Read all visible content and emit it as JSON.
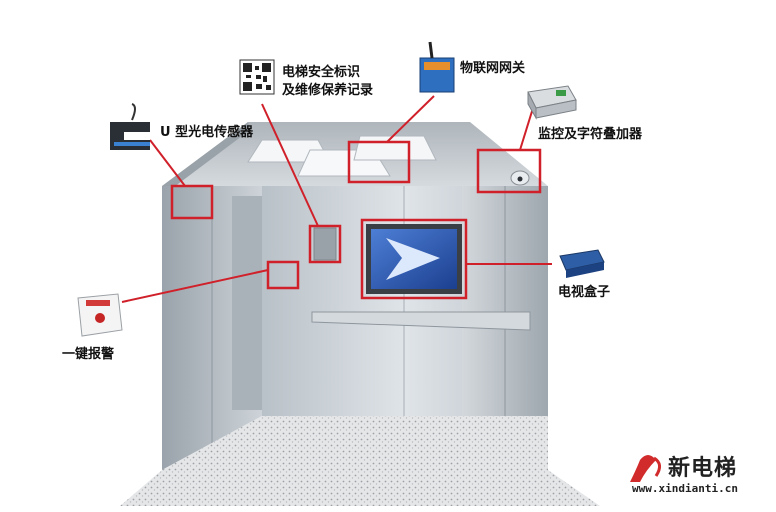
{
  "labels": {
    "qr": [
      "电梯安全标识",
      "及维修保养记录"
    ],
    "gateway": "物联网网关",
    "sensor": "U 型光电传感器",
    "overlay": "监控及字符叠加器",
    "tvbox": "电视盒子",
    "alarm": "一键报警"
  },
  "brand": {
    "name": "新电梯",
    "url": "www.xindianti.cn"
  },
  "colors": {
    "highlight": "#d0202a",
    "steel": "#c9d0d6",
    "screen": "#2f5fb8"
  }
}
